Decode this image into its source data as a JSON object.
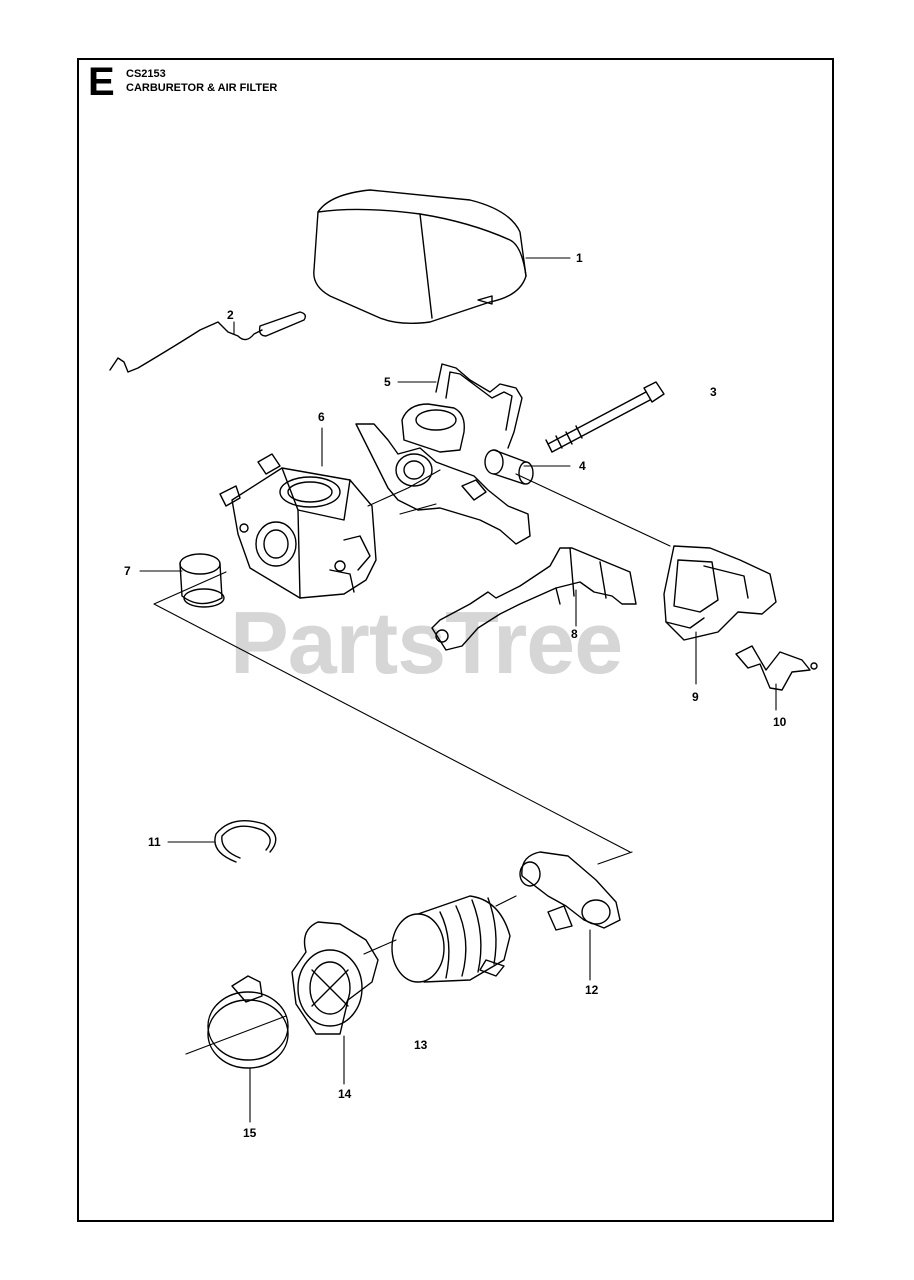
{
  "header": {
    "section_letter": "E",
    "model_code": "CS2153",
    "title": "CARBURETOR & AIR FILTER"
  },
  "watermark": "PartsTree",
  "callouts": [
    {
      "label": "1"
    },
    {
      "label": "2"
    },
    {
      "label": "3"
    },
    {
      "label": "4"
    },
    {
      "label": "5"
    },
    {
      "label": "6"
    },
    {
      "label": "7"
    },
    {
      "label": "8"
    },
    {
      "label": "9"
    },
    {
      "label": "10"
    },
    {
      "label": "11"
    },
    {
      "label": "12"
    },
    {
      "label": "13"
    },
    {
      "label": "14"
    },
    {
      "label": "15"
    }
  ],
  "parts": [
    {
      "icon": "air-filter-cover-icon"
    },
    {
      "icon": "choke-rod-icon"
    },
    {
      "icon": "bolt-icon"
    },
    {
      "icon": "sleeve-icon"
    },
    {
      "icon": "throttle-rod-icon"
    },
    {
      "icon": "carburetor-icon"
    },
    {
      "icon": "gasket-ring-icon"
    },
    {
      "icon": "throttle-lever-icon"
    },
    {
      "icon": "choke-knob-icon"
    },
    {
      "icon": "spring-icon"
    },
    {
      "icon": "snap-ring-icon"
    },
    {
      "icon": "clamp-icon"
    },
    {
      "icon": "intake-boot-icon"
    },
    {
      "icon": "adapter-icon"
    },
    {
      "icon": "hose-clamp-icon"
    }
  ]
}
